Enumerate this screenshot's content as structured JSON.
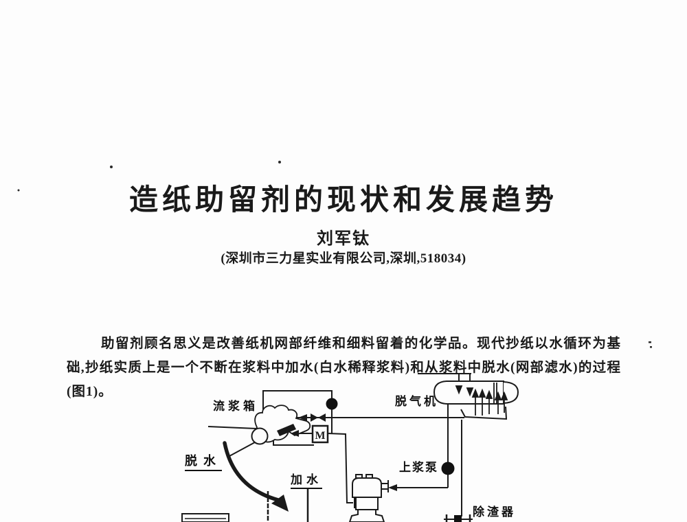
{
  "document": {
    "title": "造纸助留剂的现状和发展趋势",
    "author": "刘军钛",
    "affiliation": "(深圳市三力星实业有限公司,深圳,518034)",
    "intro_paragraph": "助留剂顾名思义是改善纸机网部纤维和细料留着的化学品。现代抄纸以水循环为基础,抄纸实质上是一个不断在浆料中加水(白水稀释浆料)和从浆料中脱水(网部滤水)的过程(图1)。"
  },
  "figure": {
    "labels": {
      "headbox": "流浆箱",
      "degasser": "脱气机",
      "dewatering": "脱水",
      "add_water": "加水",
      "stock_pump": "上浆泵",
      "cleaner": "除渣器",
      "screen_mark": "M"
    },
    "ink_color": "#1a1a1a"
  }
}
